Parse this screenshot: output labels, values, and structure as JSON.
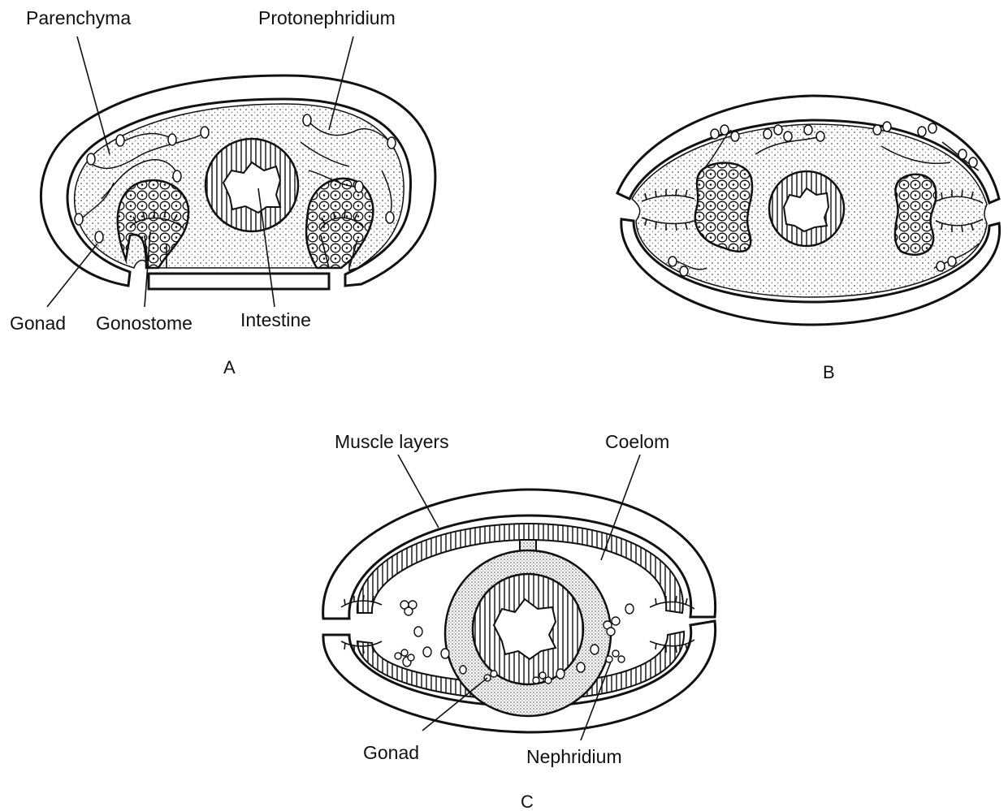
{
  "panels": {
    "a": {
      "letter": "A",
      "labels": {
        "parenchyma": "Parenchyma",
        "protonephridium": "Protonephridium",
        "gonad": "Gonad",
        "gonostome": "Gonostome",
        "intestine": "Intestine"
      }
    },
    "b": {
      "letter": "B"
    },
    "c": {
      "letter": "C",
      "labels": {
        "muscle_layers": "Muscle layers",
        "coelom": "Coelom",
        "gonad": "Gonad",
        "nephridium": "Nephridium"
      }
    }
  },
  "colors": {
    "ink": "#111111",
    "background": "#ffffff",
    "stipple": "#e3e3e3"
  }
}
